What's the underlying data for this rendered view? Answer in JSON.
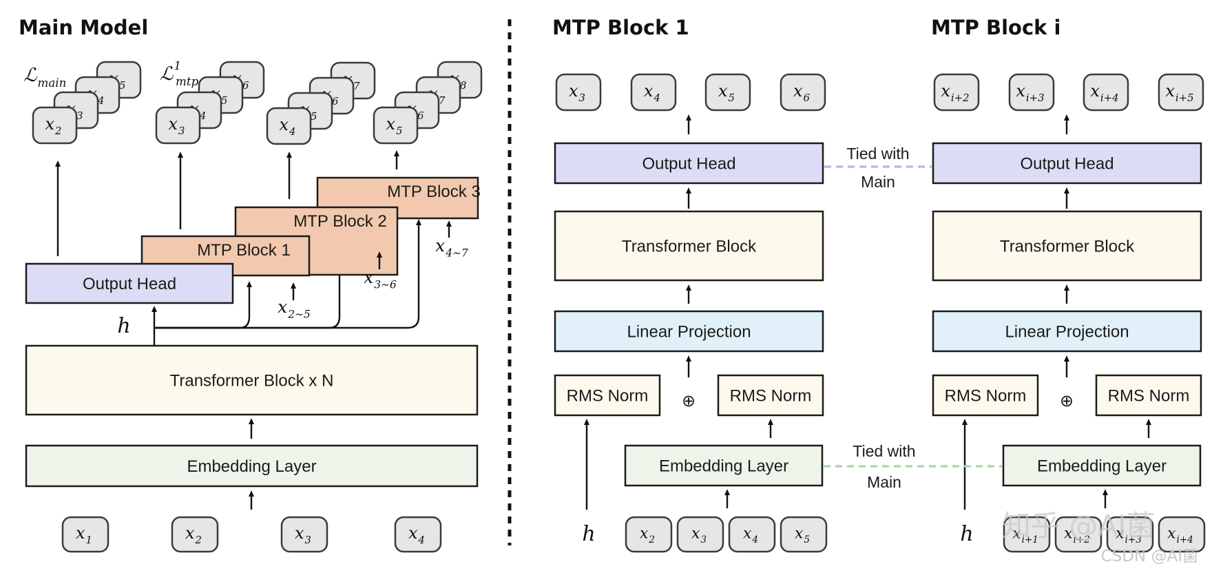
{
  "main_model": {
    "title": "Main Model",
    "output_head": "Output Head",
    "transformer": "Transformer Block x N",
    "embedding": "Embedding Layer",
    "hidden_label": "h",
    "mtp_blocks": [
      "MTP Block 1",
      "MTP Block 2",
      "MTP Block 3"
    ],
    "mtp_inputs": [
      {
        "base": "x",
        "sub": "2∼5"
      },
      {
        "base": "x",
        "sub": "3∼6"
      },
      {
        "base": "x",
        "sub": "4∼7"
      }
    ],
    "inputs": [
      {
        "base": "x",
        "sub": "1"
      },
      {
        "base": "x",
        "sub": "2"
      },
      {
        "base": "x",
        "sub": "3"
      },
      {
        "base": "x",
        "sub": "4"
      }
    ],
    "losses": [
      {
        "base": "ℒ",
        "sub": "main",
        "sup": ""
      },
      {
        "base": "ℒ",
        "sub": "mtp",
        "sup": "1"
      }
    ],
    "token_stacks": [
      [
        {
          "base": "x",
          "sub": "2"
        },
        {
          "base": "x",
          "sub": "3"
        },
        {
          "base": "x",
          "sub": "4"
        },
        {
          "base": "x",
          "sub": "5"
        }
      ],
      [
        {
          "base": "x",
          "sub": "3"
        },
        {
          "base": "x",
          "sub": "4"
        },
        {
          "base": "x",
          "sub": "5"
        },
        {
          "base": "x",
          "sub": "6"
        }
      ],
      [
        {
          "base": "x",
          "sub": "4"
        },
        {
          "base": "x",
          "sub": "5"
        },
        {
          "base": "x",
          "sub": "6"
        },
        {
          "base": "x",
          "sub": "7"
        }
      ],
      [
        {
          "base": "x",
          "sub": "5"
        },
        {
          "base": "x",
          "sub": "6"
        },
        {
          "base": "x",
          "sub": "7"
        },
        {
          "base": "x",
          "sub": "8"
        }
      ]
    ]
  },
  "mtp_block_1": {
    "title": "MTP Block 1",
    "output_head": "Output Head",
    "transformer": "Transformer Block",
    "linear": "Linear Projection",
    "rms_left": "RMS Norm",
    "rms_right": "RMS Norm",
    "embedding": "Embedding Layer",
    "plus": "⊕",
    "hidden_label": "h",
    "outputs": [
      {
        "base": "x",
        "sub": "3"
      },
      {
        "base": "x",
        "sub": "4"
      },
      {
        "base": "x",
        "sub": "5"
      },
      {
        "base": "x",
        "sub": "6"
      }
    ],
    "inputs": [
      {
        "base": "x",
        "sub": "2"
      },
      {
        "base": "x",
        "sub": "3"
      },
      {
        "base": "x",
        "sub": "4"
      },
      {
        "base": "x",
        "sub": "5"
      }
    ]
  },
  "mtp_block_i": {
    "title": "MTP Block i",
    "output_head": "Output Head",
    "transformer": "Transformer Block",
    "linear": "Linear Projection",
    "rms_left": "RMS Norm",
    "rms_right": "RMS Norm",
    "embedding": "Embedding Layer",
    "plus": "⊕",
    "hidden_label": "h",
    "outputs": [
      {
        "base": "x",
        "sub": "i+2"
      },
      {
        "base": "x",
        "sub": "i+3"
      },
      {
        "base": "x",
        "sub": "i+4"
      },
      {
        "base": "x",
        "sub": "i+5"
      }
    ],
    "inputs": [
      {
        "base": "x",
        "sub": "i+1"
      },
      {
        "base": "x",
        "sub": "i+2"
      },
      {
        "base": "x",
        "sub": "i+3"
      },
      {
        "base": "x",
        "sub": "i+4"
      }
    ]
  },
  "ties": {
    "output_line1": "Tied with",
    "output_line2": "Main",
    "embedding_line1": "Tied with",
    "embedding_line2": "Main"
  },
  "watermark": {
    "zhihu": "知乎 @AI菌",
    "csdn": "CSDN @AI菌"
  },
  "colors": {
    "output_head": "#dcdcf6",
    "mtp_block": "#f2c9ae",
    "transformer": "#fdf9ec",
    "embedding": "#eff4ea",
    "linear": "#e1f0f9",
    "token": "#e6e6e6",
    "tie_output": "#b8b4e6",
    "tie_embedding": "#a8d8a8"
  }
}
